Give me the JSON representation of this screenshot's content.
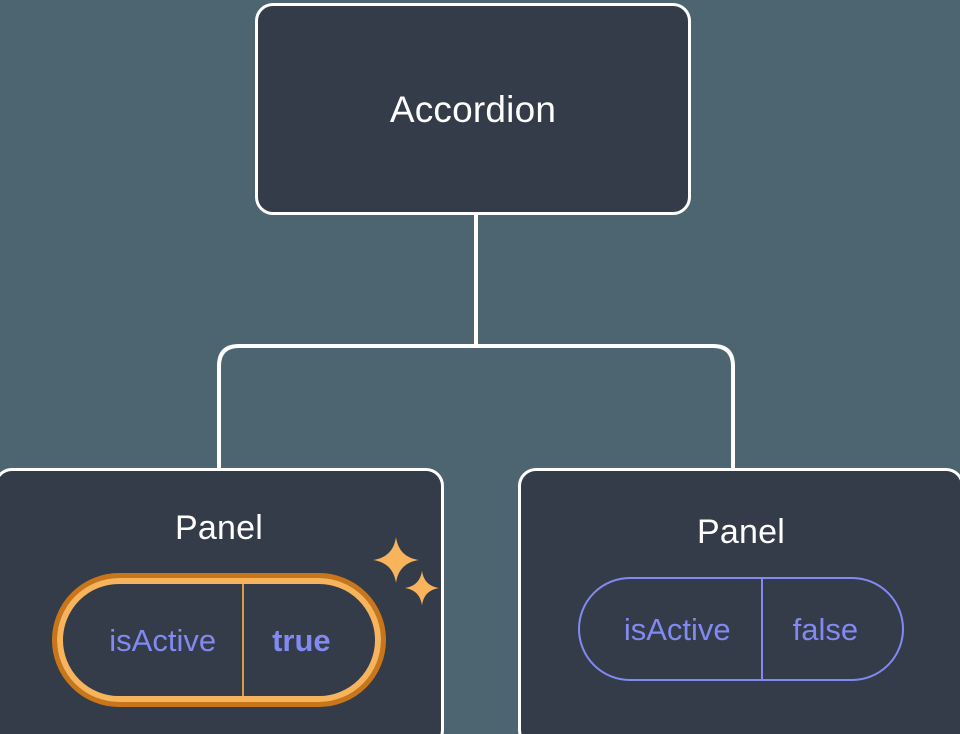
{
  "theme": {
    "background": "#4c6570",
    "card_fill": "#343b49",
    "card_border": "#ffffff",
    "connector": "#ffffff",
    "prop_text": "#8289f0",
    "highlight_outer": "#c9761a",
    "highlight_inner": "#f7b45c",
    "sparkle": "#f7b45c"
  },
  "tree": {
    "root": {
      "title": "Accordion"
    },
    "children": [
      {
        "title": "Panel",
        "highlighted": true,
        "prop": {
          "name": "isActive",
          "value": "true"
        },
        "sparkles": [
          "sparkle-large-icon",
          "sparkle-small-icon"
        ]
      },
      {
        "title": "Panel",
        "highlighted": false,
        "prop": {
          "name": "isActive",
          "value": "false"
        }
      }
    ]
  }
}
